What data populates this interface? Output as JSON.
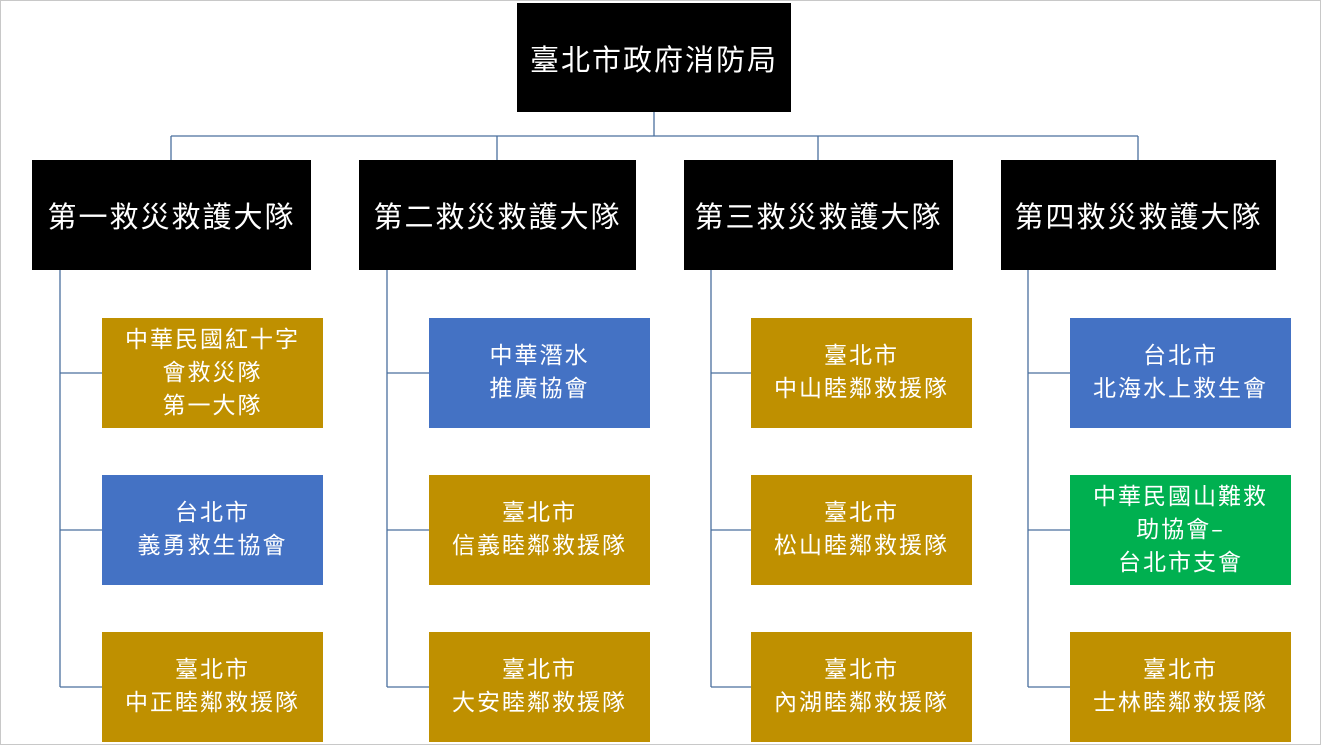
{
  "root": {
    "label": "臺北市政府消防局"
  },
  "brigades": [
    {
      "label": "第一救災救護大隊",
      "units": [
        {
          "label": "中華民國紅十字\n會救災隊\n第一大隊",
          "color": "gold"
        },
        {
          "label": "台北市\n義勇救生協會",
          "color": "blue"
        },
        {
          "label": "臺北市\n中正睦鄰救援隊",
          "color": "gold"
        }
      ]
    },
    {
      "label": "第二救災救護大隊",
      "units": [
        {
          "label": "中華潛水\n推廣協會",
          "color": "blue"
        },
        {
          "label": "臺北市\n信義睦鄰救援隊",
          "color": "gold"
        },
        {
          "label": "臺北市\n大安睦鄰救援隊",
          "color": "gold"
        }
      ]
    },
    {
      "label": "第三救災救護大隊",
      "units": [
        {
          "label": "臺北市\n中山睦鄰救援隊",
          "color": "gold"
        },
        {
          "label": "臺北市\n松山睦鄰救援隊",
          "color": "gold"
        },
        {
          "label": "臺北市\n內湖睦鄰救援隊",
          "color": "gold"
        }
      ]
    },
    {
      "label": "第四救災救護大隊",
      "units": [
        {
          "label": "台北市\n北海水上救生會",
          "color": "blue"
        },
        {
          "label": "中華民國山難救\n助協會–\n台北市支會",
          "color": "green"
        },
        {
          "label": "臺北市\n士林睦鄰救援隊",
          "color": "gold"
        }
      ]
    }
  ],
  "colors": {
    "gold": "#bf9000",
    "blue": "#4472c4",
    "green": "#00b050",
    "connector": "#4a6f9e"
  }
}
